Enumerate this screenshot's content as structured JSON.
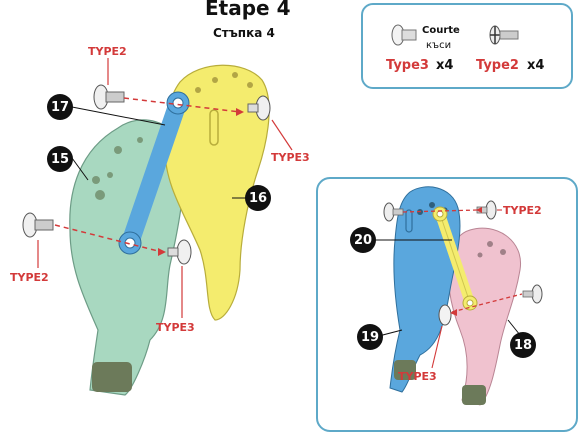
{
  "header": {
    "title": "Etape 4",
    "subtitle": "Стъпка 4"
  },
  "legend": {
    "courte_fr": "Courte",
    "courte_bg": "къси",
    "type3_label": "Type3",
    "type3_qty": "x4",
    "type2_label": "Type2",
    "type2_qty": "x4"
  },
  "main": {
    "labels": {
      "type2_top": "TYPE2",
      "type3_right": "TYPE3",
      "type2_left": "TYPE2",
      "type3_bottom": "TYPE3"
    },
    "parts": {
      "p15": "15",
      "p16": "16",
      "p17": "17"
    }
  },
  "inset": {
    "labels": {
      "type2": "TYPE2",
      "type3": "TYPE3"
    },
    "parts": {
      "p18": "18",
      "p19": "19",
      "p20": "20"
    }
  },
  "colors": {
    "green_part": "#a8d8c0",
    "yellow_part": "#f4ec6e",
    "blue_part": "#5aa7dd",
    "pink_part": "#f0c2cf",
    "screw_label": "#d33a3a",
    "frame": "#5ea9c8"
  }
}
